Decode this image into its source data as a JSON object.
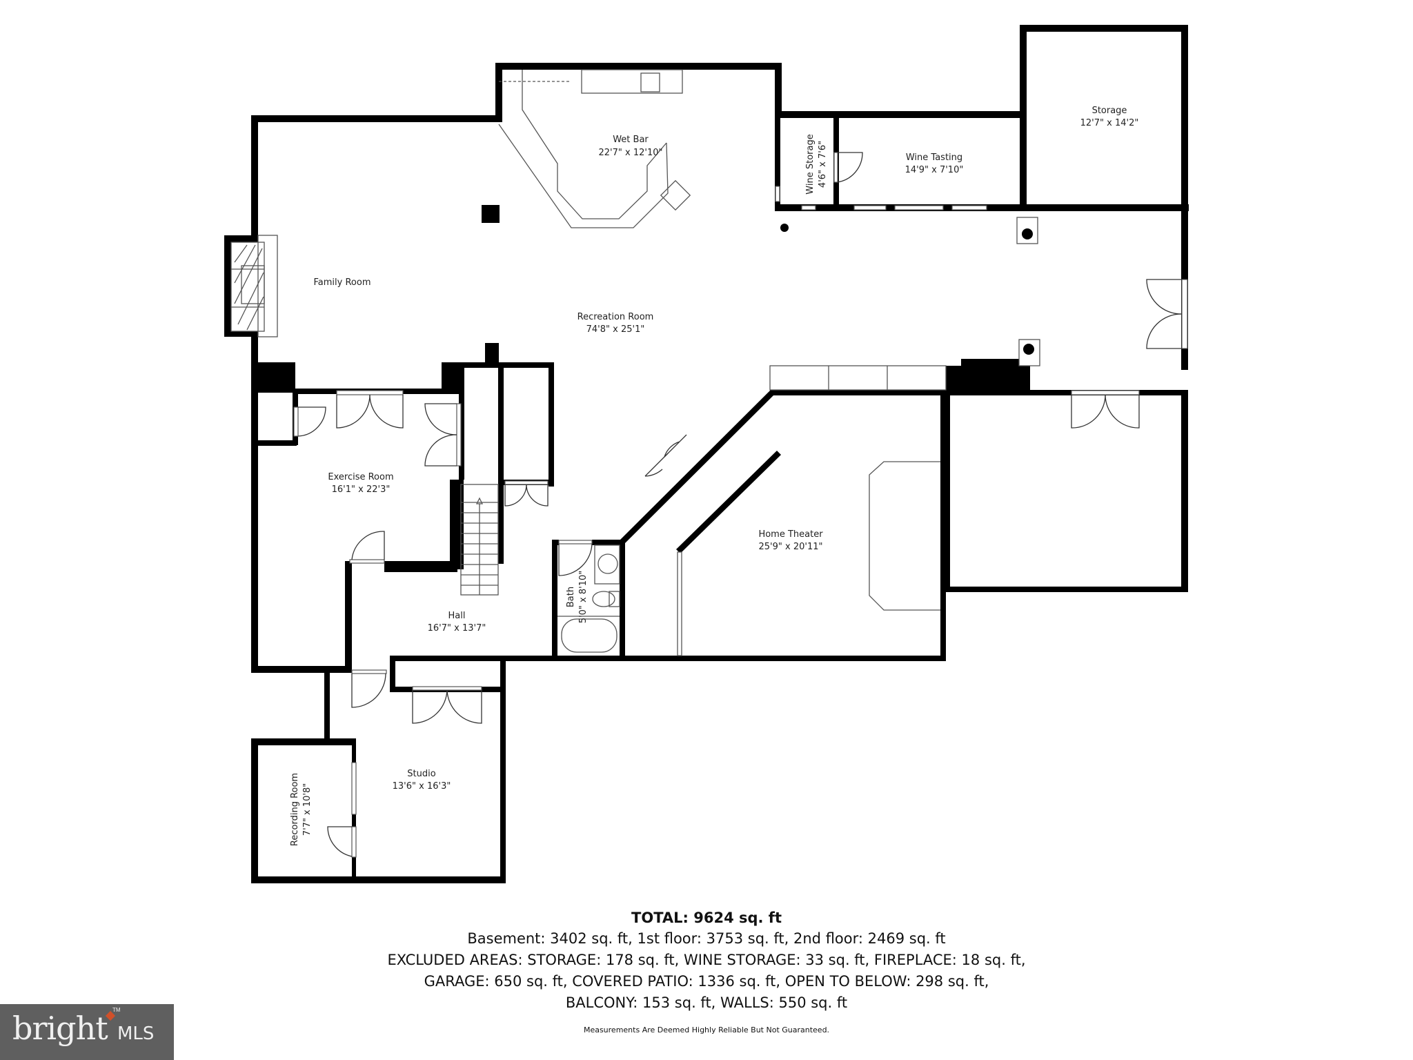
{
  "rooms": [
    {
      "name": "Wet Bar",
      "dims": "22'7\" x 12'10\""
    },
    {
      "name": "Wine Storage",
      "dims": "4'6\" x 7'6\""
    },
    {
      "name": "Wine Tasting",
      "dims": "14'9\" x 7'10\""
    },
    {
      "name": "Storage",
      "dims": "12'7\" x 14'2\""
    },
    {
      "name": "Family Room",
      "dims": ""
    },
    {
      "name": "Recreation Room",
      "dims": "74'8\" x 25'1\""
    },
    {
      "name": "Exercise Room",
      "dims": "16'1\" x 22'3\""
    },
    {
      "name": "Home Theater",
      "dims": "25'9\" x 20'11\""
    },
    {
      "name": "Bath",
      "dims": "5'0\" x 8'10\""
    },
    {
      "name": "Hall",
      "dims": "16'7\" x 13'7\""
    },
    {
      "name": "Studio",
      "dims": "13'6\" x 16'3\""
    },
    {
      "name": "Recording Room",
      "dims": "7'7\" x 10'8\""
    }
  ],
  "summary": {
    "total": "TOTAL: 9624 sq. ft",
    "line1": "Basement: 3402 sq. ft, 1st floor: 3753 sq. ft, 2nd floor: 2469 sq. ft",
    "line2": "EXCLUDED AREAS: STORAGE: 178 sq. ft, WINE STORAGE: 33 sq. ft, FIREPLACE: 18 sq. ft,",
    "line3": "GARAGE: 650 sq. ft, COVERED PATIO: 1336 sq. ft, OPEN TO BELOW: 298 sq. ft,",
    "line4": "BALCONY: 153 sq. ft, WALLS: 550 sq. ft",
    "disclaimer": "Measurements Are Deemed Highly Reliable But Not Guaranteed."
  },
  "logo": {
    "brand": "bright",
    "suffix": "MLS",
    "tm": "TM",
    "accent_color": "#d0502a",
    "bg_color": "#5f5f5f"
  }
}
